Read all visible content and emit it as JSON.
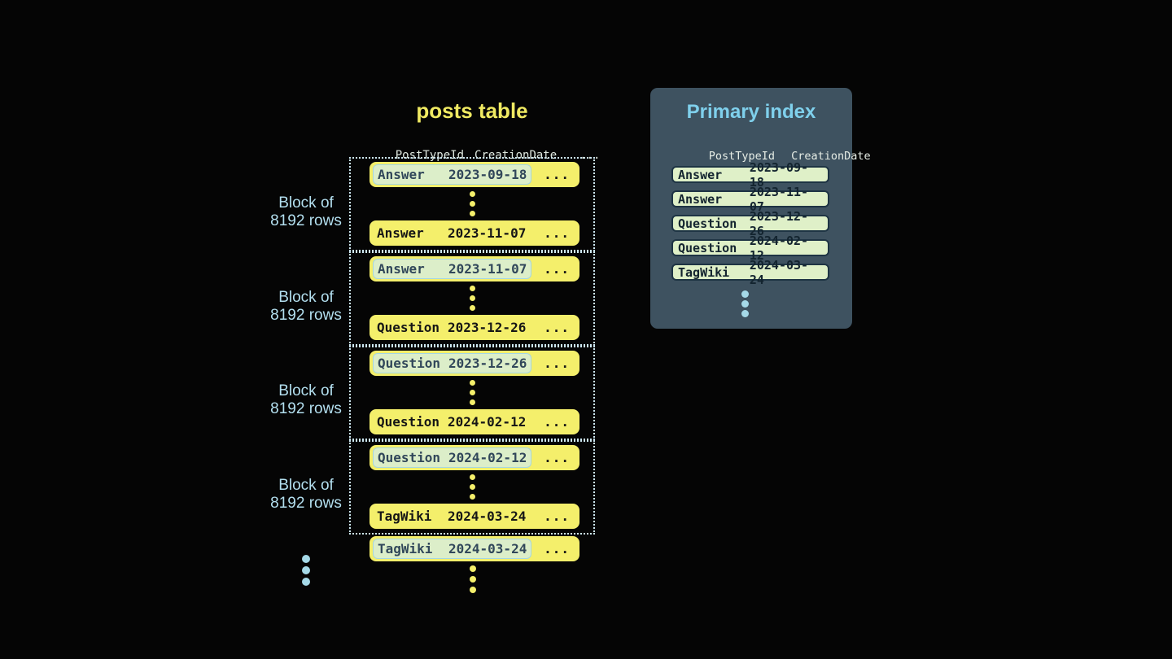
{
  "colors": {
    "background": "#050505",
    "row_yellow": "#f4ef6b",
    "title_yellow": "#f0ea62",
    "highlight_green": "#dceec9",
    "highlight_border_blue": "#a3d6e4",
    "block_dotted_border": "#cde7f1",
    "block_label_blue": "#b3dfef",
    "panel_background": "#3e5260",
    "panel_title_blue": "#7fd0ec",
    "index_row_green": "#dff0c8",
    "index_row_border": "#1e3444",
    "ellipsis_dot_blue": "#a5d9e8"
  },
  "posts_table": {
    "title": "posts table",
    "headers": {
      "col1": "PostTypeId",
      "col2": "CreationDate",
      "col3": "..."
    },
    "block_label_line1": "Block of",
    "block_label_line2": "8192 rows",
    "blocks": [
      {
        "first_row": {
          "type": "Answer",
          "date": "2023-09-18",
          "more": "..."
        },
        "last_row": {
          "type": "Answer",
          "date": "2023-11-07",
          "more": "..."
        }
      },
      {
        "first_row": {
          "type": "Answer",
          "date": "2023-11-07",
          "more": "..."
        },
        "last_row": {
          "type": "Question",
          "date": "2023-12-26",
          "more": "..."
        }
      },
      {
        "first_row": {
          "type": "Question",
          "date": "2023-12-26",
          "more": "..."
        },
        "last_row": {
          "type": "Question",
          "date": "2024-02-12",
          "more": "..."
        }
      },
      {
        "first_row": {
          "type": "Question",
          "date": "2024-02-12",
          "more": "..."
        },
        "last_row": {
          "type": "TagWiki",
          "date": "2024-03-24",
          "more": "..."
        }
      }
    ],
    "overflow_row": {
      "type": "TagWiki",
      "date": "2024-03-24",
      "more": "..."
    }
  },
  "primary_index": {
    "title": "Primary index",
    "headers": {
      "col1": "PostTypeId",
      "col2": "CreationDate"
    },
    "rows": [
      {
        "type": "Answer",
        "date": "2023-09-18"
      },
      {
        "type": "Answer",
        "date": "2023-11-07"
      },
      {
        "type": "Question",
        "date": "2023-12-26"
      },
      {
        "type": "Question",
        "date": "2024-02-12"
      },
      {
        "type": "TagWiki",
        "date": "2024-03-24"
      }
    ]
  }
}
